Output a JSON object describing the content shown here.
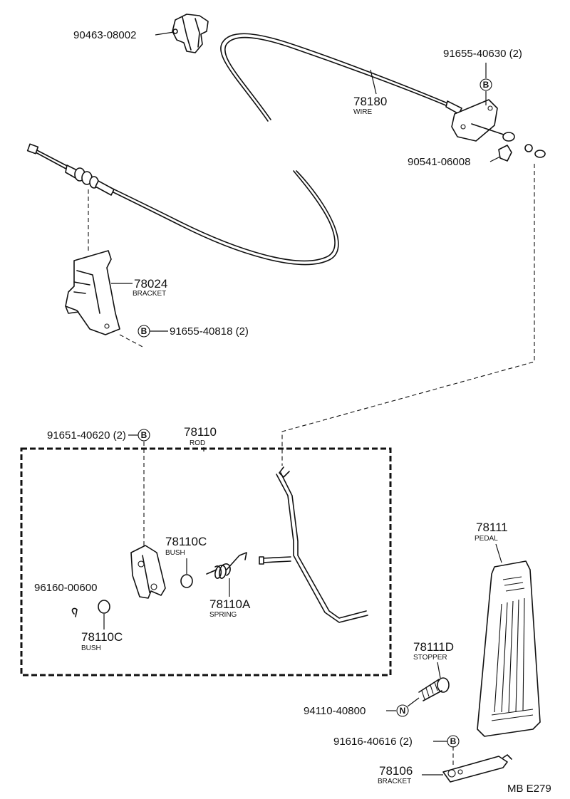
{
  "parts": [
    {
      "key": "p90463",
      "number": "90463-08002",
      "caption": ""
    },
    {
      "key": "p91655a",
      "number": "91655-40630 (2)",
      "caption": "",
      "badge": "B"
    },
    {
      "key": "p78180",
      "number": "78180",
      "caption": "WIRE"
    },
    {
      "key": "p90541",
      "number": "90541-06008",
      "caption": ""
    },
    {
      "key": "p78024",
      "number": "78024",
      "caption": "BRACKET"
    },
    {
      "key": "p91655b",
      "number": "91655-40818 (2)",
      "caption": "",
      "badge": "B"
    },
    {
      "key": "p91651",
      "number": "91651-40620 (2)",
      "caption": "",
      "badge": "B"
    },
    {
      "key": "p78110",
      "number": "78110",
      "caption": "ROD"
    },
    {
      "key": "p78110c1",
      "number": "78110C",
      "caption": "BUSH"
    },
    {
      "key": "p78110a",
      "number": "78110A",
      "caption": "SPRING"
    },
    {
      "key": "p96160",
      "number": "96160-00600",
      "caption": ""
    },
    {
      "key": "p78110c2",
      "number": "78110C",
      "caption": "BUSH"
    },
    {
      "key": "p78111",
      "number": "78111",
      "caption": "PEDAL"
    },
    {
      "key": "p78111d",
      "number": "78111D",
      "caption": "STOPPER"
    },
    {
      "key": "p94110",
      "number": "94110-40800",
      "caption": "",
      "badge": "N"
    },
    {
      "key": "p91616",
      "number": "91616-40616 (2)",
      "caption": "",
      "badge": "B"
    },
    {
      "key": "p78106",
      "number": "78106",
      "caption": "BRACKET"
    }
  ],
  "diagram_code": "MB E279",
  "colors": {
    "ink": "#111111",
    "paper": "#ffffff"
  }
}
